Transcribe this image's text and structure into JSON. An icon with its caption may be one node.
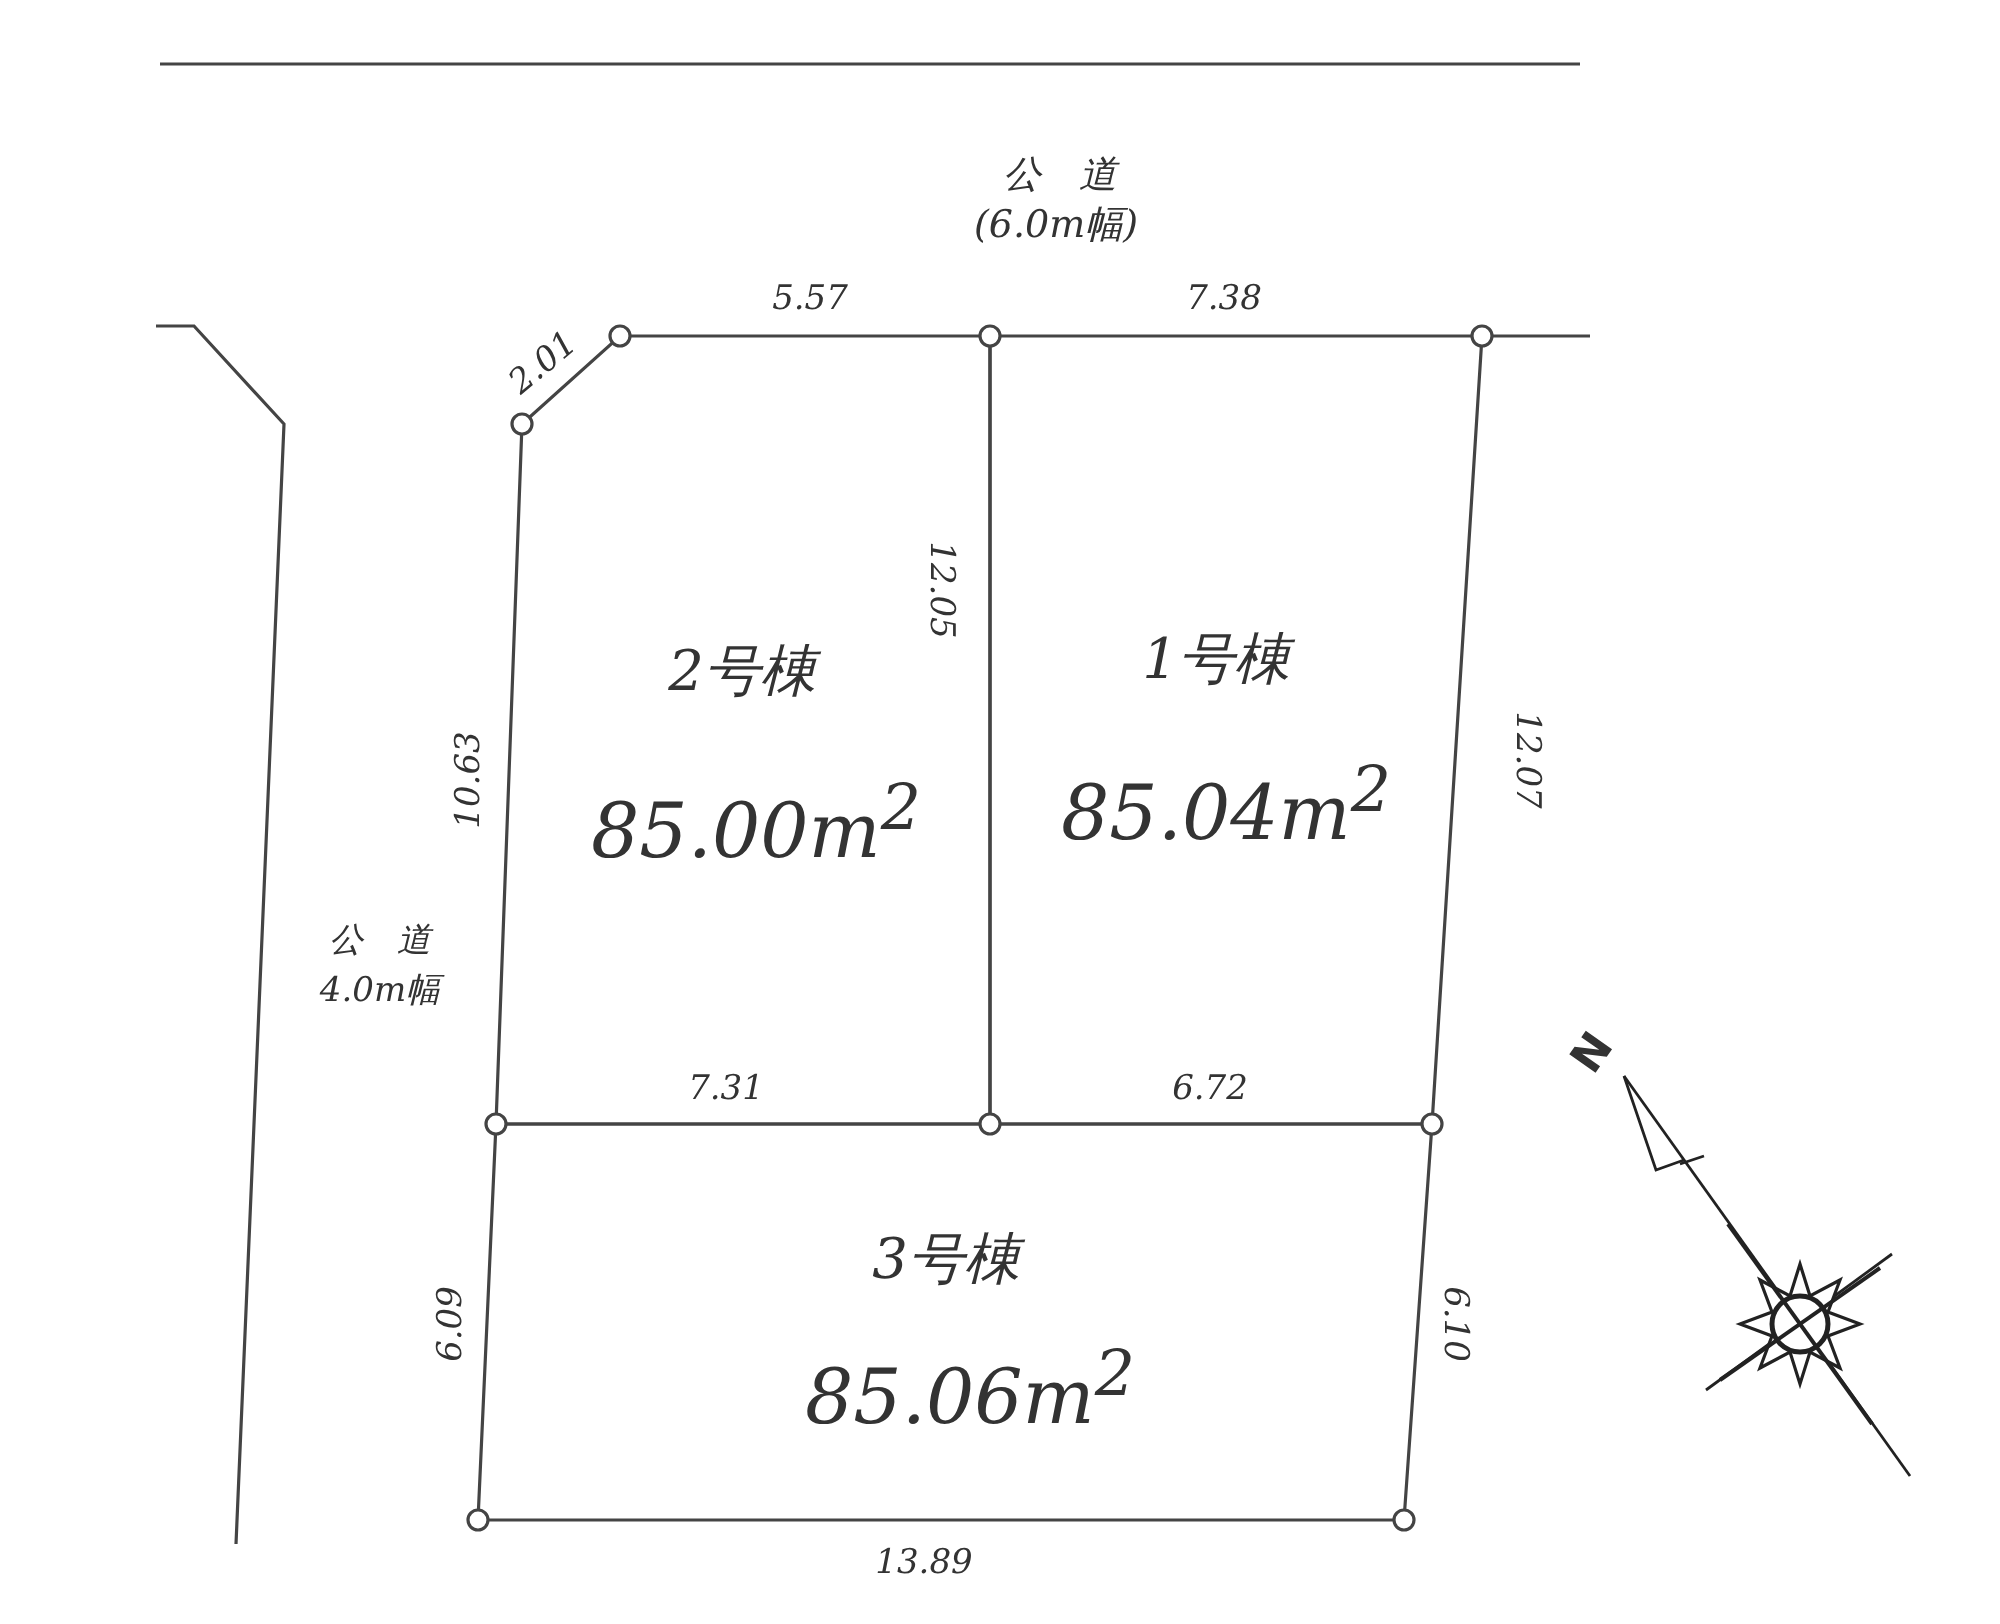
{
  "diagram": {
    "nodes": [
      {
        "text": [
          "1号棟",
          "85.04m$^{2}$"
        ]
      },
      {
        "text": [
          "2号棟",
          "85.00m$^{2}$"
        ]
      },
      {
        "text": [
          "3号棟",
          "85.06m$^{2}$"
        ]
      }
    ],
    "labels": [
      "公　道",
      "(6.0m幅)",
      "2.01",
      "5.57",
      "7.38",
      "12.05",
      "10.63",
      "12.07",
      "公　道",
      "4.0m幅",
      "7.31",
      "6.72",
      "N",
      "6.09",
      "6.10",
      "13.89"
    ]
  }
}
